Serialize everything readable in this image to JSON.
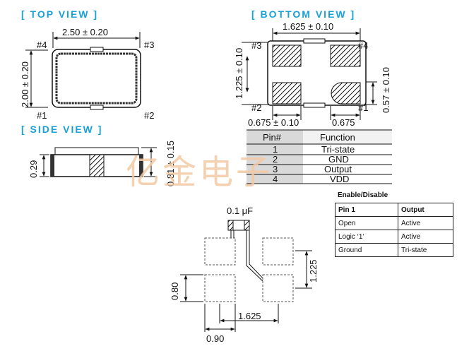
{
  "headers": {
    "top_view": "[ TOP VIEW ]",
    "bottom_view": "[ BOTTOM  VIEW ]",
    "side_view": "[ SIDE VIEW ]"
  },
  "top_view": {
    "width_dim": "2.50 ± 0.20",
    "height_dim": "2.00 ± 0.20",
    "pins": {
      "p1": "#1",
      "p2": "#2",
      "p3": "#3",
      "p4": "#4"
    }
  },
  "bottom_view": {
    "pitch_x": "1.625 ± 0.10",
    "pitch_y": "1.225 ± 0.10",
    "pad_h": "0.57 ± 0.10",
    "pad_w_left": "0.675 ± 0.10",
    "pad_w_right": "0.675",
    "pins": {
      "p1": "#1",
      "p2": "#2",
      "p3": "#3",
      "p4": "#4"
    }
  },
  "side_view": {
    "thickness": "0.29",
    "height": "0.81 ± 0.15"
  },
  "pin_table": {
    "headers": [
      "Pin#",
      "Function"
    ],
    "rows": [
      {
        "pin": "1",
        "function": "Tri-state"
      },
      {
        "pin": "2",
        "function": "GND"
      },
      {
        "pin": "3",
        "function": "Output"
      },
      {
        "pin": "4",
        "function": "VDD"
      }
    ]
  },
  "watermark": "亿金电子",
  "enable_disable": {
    "title": "Enable/Disable",
    "headers": [
      "Pin 1",
      "Output"
    ],
    "rows": [
      [
        "Open",
        "Active"
      ],
      [
        "Logic ‘1’",
        "Active"
      ],
      [
        "Ground",
        "Tri-state"
      ]
    ]
  },
  "land_pattern": {
    "capacitor": "0.1 μF",
    "pitch_y": "1.225",
    "pad_h": "0.80",
    "pitch_x": "1.625",
    "pad_w": "0.90"
  },
  "colors": {
    "header": "#1aa0d8",
    "watermark": "#f3c9a3"
  }
}
